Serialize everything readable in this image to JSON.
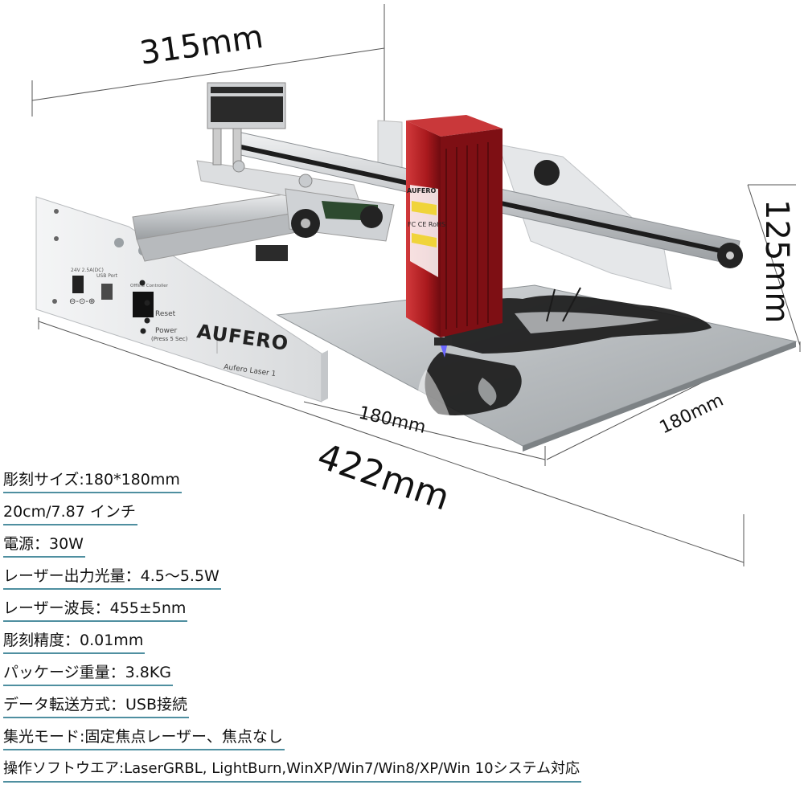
{
  "dimensions": {
    "width": "315mm",
    "height": "125mm",
    "length": "422mm",
    "bed_front": "180mm",
    "bed_side": "180mm"
  },
  "product": {
    "brand": "AUFERO",
    "model": "Aufero Laser 1",
    "module_brand": "AUFERO",
    "panel": {
      "dc_label": "24V 2.5A(DC)",
      "usb_label": "USB Port",
      "offline_label": "Offline Controller",
      "reset_label": "Reset",
      "power_label": "Power",
      "power_hint": "(Press 5 Sec)"
    },
    "module_cert": "FC CE RoHS"
  },
  "specs": [
    "彫刻サイズ:180*180mm",
    "20cm/7.87 インチ",
    "電源：30W",
    "レーザー出力光量：4.5〜5.5W",
    "レーザー波長：455±5nm",
    "彫刻精度：0.01mm",
    "パッケージ重量：3.8KG",
    "データ転送方式：USB接続",
    "集光モード:固定焦点レーザー、焦点なし",
    "操作ソフトウエア:LaserGRBL, LightBurn,WinXP/Win7/Win8/XP/Win 10システム対応"
  ],
  "colors": {
    "spec_underline": "#4f8fa0",
    "laser_module": "#b3272b",
    "frame": "#e8eaec",
    "bed": "#bfc3c6"
  }
}
